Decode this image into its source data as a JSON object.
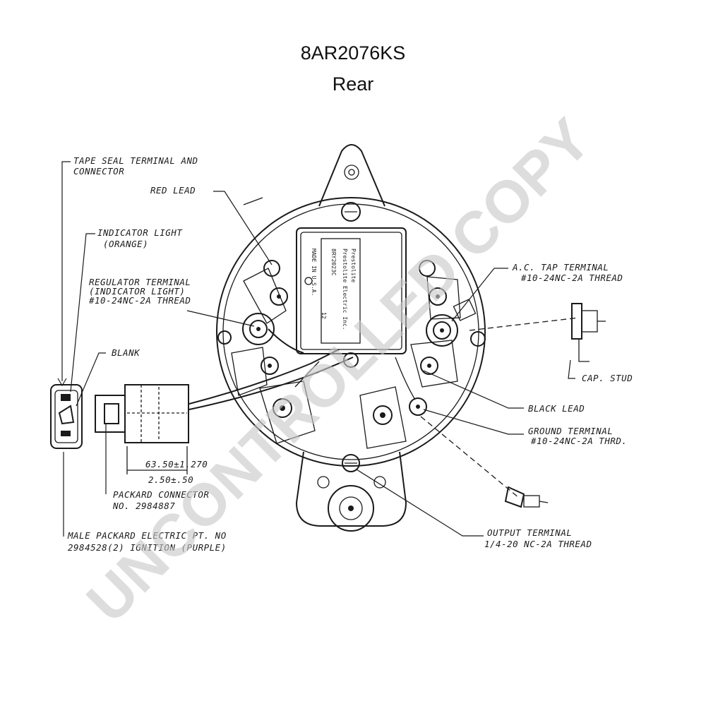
{
  "title": {
    "model": "8AR2076KS",
    "view": "Rear"
  },
  "labels": {
    "tape_seal": [
      "TAPE SEAL TERMINAL AND",
      "CONNECTOR"
    ],
    "red_lead": "RED LEAD",
    "indicator_light": [
      "INDICATOR LIGHT",
      "(ORANGE)"
    ],
    "regulator_terminal": [
      "REGULATOR TERMINAL",
      "(INDICATOR LIGHT)",
      "#10-24NC-2A THREAD"
    ],
    "blank": "BLANK",
    "ac_tap_terminal": [
      "A.C. TAP TERMINAL",
      "#10-24NC-2A THREAD"
    ],
    "cap_stud": "CAP. STUD",
    "black_lead": "BLACK LEAD",
    "ground_terminal": [
      "GROUND TERMINAL",
      "#10-24NC-2A THRD."
    ],
    "dimension_mm": "63.50±1.270",
    "dimension_in": "2.50±.50",
    "packard_connector": [
      "PACKARD CONNECTOR",
      "NO. 2984887"
    ],
    "male_packard": [
      "MALE PACKARD ELECTRIC PT. NO",
      "2984528(2) IGNITION (PURPLE)"
    ],
    "output_terminal": [
      "OUTPUT TERMINAL",
      "1/4-20 NC-2A THREAD"
    ]
  },
  "regulator_plate": [
    "Prestolite",
    "Prestolite Electric Inc.",
    "8RY2023C",
    "12",
    "MADE IN U.S.A."
  ],
  "watermark": "UNCONTROLLED COPY"
}
